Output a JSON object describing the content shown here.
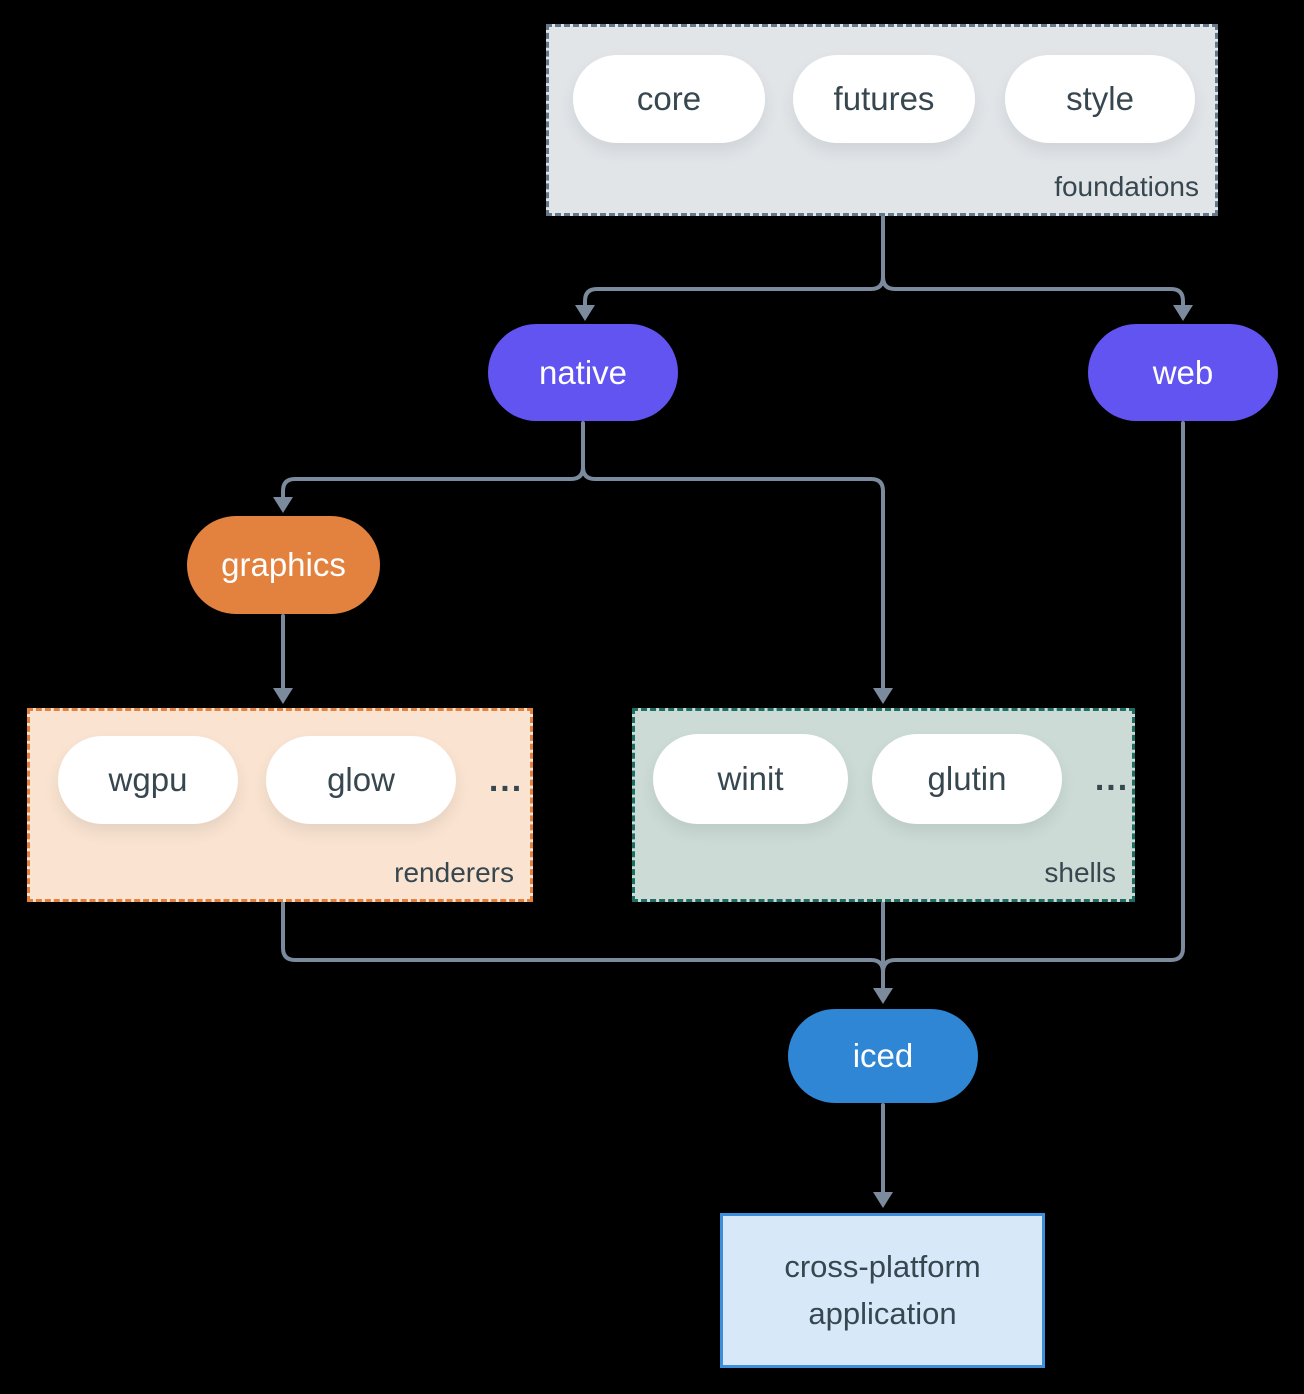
{
  "diagram": {
    "foundations": {
      "label": "foundations",
      "items": {
        "core": "core",
        "futures": "futures",
        "style": "style"
      }
    },
    "native": {
      "label": "native"
    },
    "web": {
      "label": "web"
    },
    "graphics": {
      "label": "graphics"
    },
    "renderers": {
      "label": "renderers",
      "items": {
        "wgpu": "wgpu",
        "glow": "glow"
      },
      "ellipsis": "..."
    },
    "shells": {
      "label": "shells",
      "items": {
        "winit": "winit",
        "glutin": "glutin"
      },
      "ellipsis": "..."
    },
    "iced": {
      "label": "iced"
    },
    "app": {
      "label": "cross-platform application"
    },
    "colors": {
      "background": "#000000",
      "arrow": "#7b8a9d",
      "node_purple": "#6254f0",
      "node_orange": "#e3823e",
      "node_blue": "#2f86d4",
      "text_dark": "#37474f",
      "foundations_fill": "#e1e5e8",
      "foundations_border": "#64788c",
      "renderers_fill": "#fae3d0",
      "renderers_border": "#e3823e",
      "shells_fill": "#ccdbd5",
      "shells_border": "#1f6e63",
      "app_fill": "#d7e9f9",
      "app_border": "#3d8fdb"
    }
  }
}
